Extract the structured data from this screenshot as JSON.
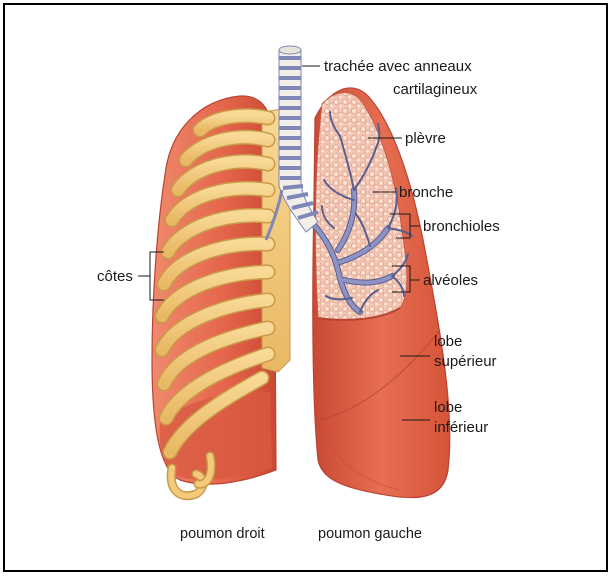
{
  "labels": {
    "trachea_line1": "trachée avec anneaux",
    "trachea_line2": "cartilagineux",
    "pleura": "plèvre",
    "bronchus": "bronche",
    "bronchioles": "bronchioles",
    "alveoli": "alvéoles",
    "upper_lobe_line1": "lobe",
    "upper_lobe_line2": "supérieur",
    "lower_lobe_line1": "lobe",
    "lower_lobe_line2": "inférieur",
    "ribs": "côtes"
  },
  "captions": {
    "right_lung": "poumon droit",
    "left_lung": "poumon gauche"
  },
  "colors": {
    "lung": "#e4644a",
    "lung_light": "#ef8a6c",
    "lung_dark": "#c94934",
    "rib": "#f3c97a",
    "rib_edge": "#c99a4a",
    "trachea_blue": "#7f86b8",
    "trachea_light": "#f2efe8",
    "alveoli": "#f6d3c3"
  }
}
